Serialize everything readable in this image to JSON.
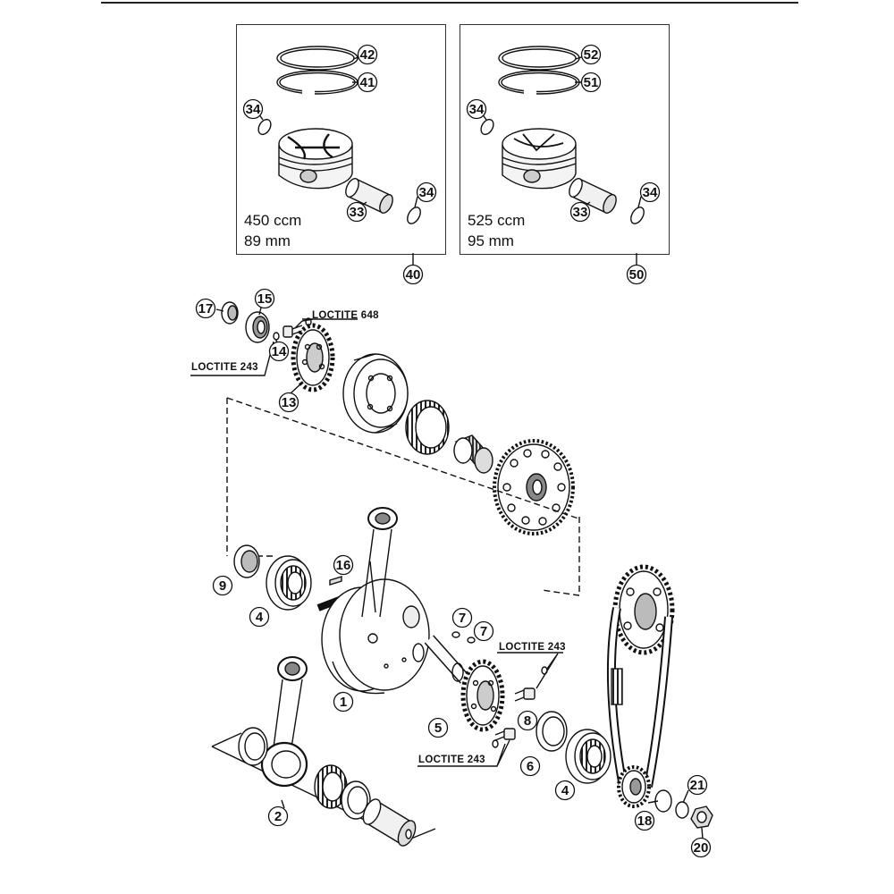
{
  "panels": [
    {
      "id": "piston-kit-450",
      "displacement": "450 ccm",
      "bore": "89 mm",
      "ref": "40"
    },
    {
      "id": "piston-kit-525",
      "displacement": "525 ccm",
      "bore": "95 mm",
      "ref": "50"
    }
  ],
  "callouts": {
    "p42": "42",
    "p41": "41",
    "p34a": "34",
    "p34b": "34",
    "p33a": "33",
    "p40": "40",
    "p52": "52",
    "p51": "51",
    "p34c": "34",
    "p34d": "34",
    "p33b": "33",
    "p50": "50",
    "c17": "17",
    "c15": "15",
    "c14": "14",
    "c13": "13",
    "c9": "9",
    "c4a": "4",
    "c16": "16",
    "c1": "1",
    "c7a": "7",
    "c7b": "7",
    "c5": "5",
    "c8": "8",
    "c6": "6",
    "c4b": "4",
    "c2": "2",
    "c21": "21",
    "c18": "18",
    "c20": "20"
  },
  "loctite_labels": {
    "top_648": "LOCTITE 648",
    "top_243": "LOCTITE 243",
    "mid_243a": "LOCTITE 243",
    "mid_243b": "LOCTITE 243"
  }
}
